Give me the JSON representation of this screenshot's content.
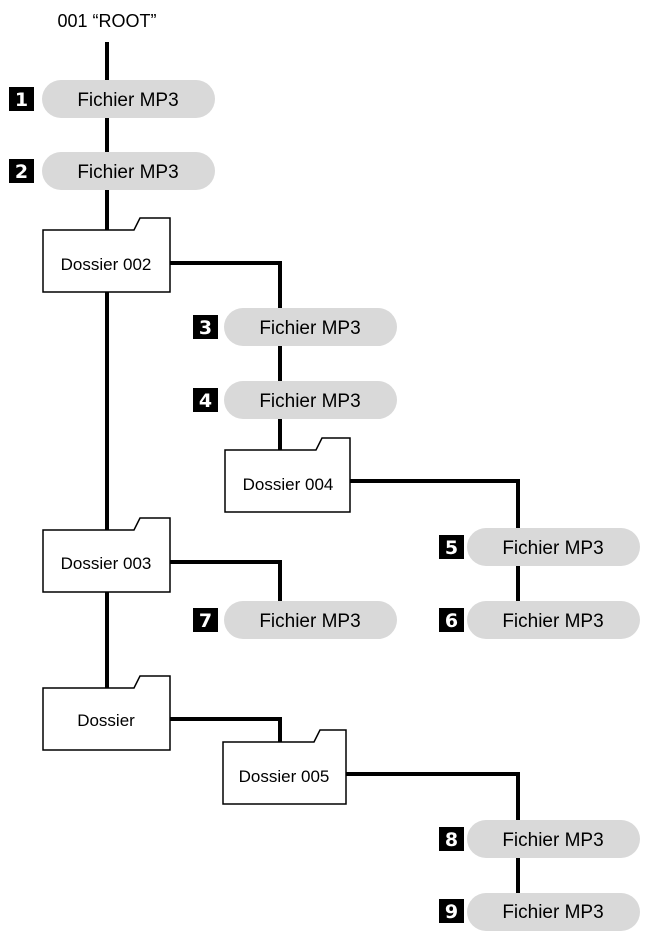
{
  "root": {
    "label": "001 “ROOT”"
  },
  "files": [
    {
      "number": "1",
      "label": "Fichier MP3"
    },
    {
      "number": "2",
      "label": "Fichier MP3"
    },
    {
      "number": "3",
      "label": "Fichier MP3"
    },
    {
      "number": "4",
      "label": "Fichier MP3"
    },
    {
      "number": "5",
      "label": "Fichier MP3"
    },
    {
      "number": "6",
      "label": "Fichier MP3"
    },
    {
      "number": "7",
      "label": "Fichier MP3"
    },
    {
      "number": "8",
      "label": "Fichier MP3"
    },
    {
      "number": "9",
      "label": "Fichier MP3"
    }
  ],
  "folders": [
    {
      "label": "Dossier 002"
    },
    {
      "label": "Dossier 004"
    },
    {
      "label": "Dossier 003"
    },
    {
      "label": "Dossier"
    },
    {
      "label": "Dossier 005"
    }
  ],
  "colors": {
    "file_pill": "#d9d9d9",
    "number_box": "#000000",
    "line": "#000000",
    "folder_fill": "#ffffff"
  }
}
